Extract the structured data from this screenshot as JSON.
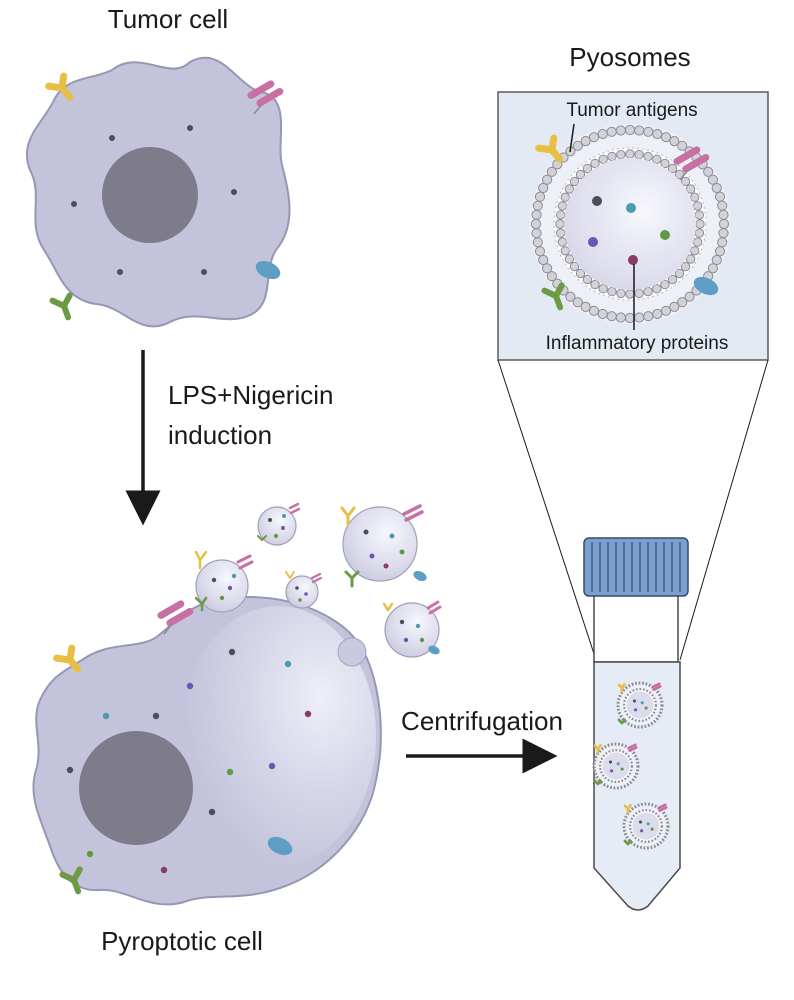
{
  "labels": {
    "tumor_cell": "Tumor cell",
    "pyosomes": "Pyosomes",
    "tumor_antigens": "Tumor antigens",
    "inflammatory_proteins": "Inflammatory proteins",
    "induction_line1": "LPS+Nigericin",
    "induction_line2": "induction",
    "centrifugation": "Centrifugation",
    "pyroptotic_cell": "Pyroptotic cell"
  },
  "colors": {
    "cell_fill": "#c3c4db",
    "cell_stroke": "#9797b3",
    "nucleus": "#7e7c8a",
    "antigen_yellow": "#e8bf45",
    "antigen_pink": "#c86fa4",
    "antigen_green": "#6c9a45",
    "antigen_blue": "#5e9dc4",
    "panel_bg": "#e4eaf4",
    "tube_cap": "#7aa0d2"
  },
  "icons": {
    "y_receptor": "y-shaped-receptor-icon",
    "antibody_pair": "antibody-pair-icon",
    "oval_protein": "oval-protein-icon",
    "vesicle": "lipid-bilayer-vesicle-icon",
    "tube": "centrifuge-tube-icon"
  }
}
